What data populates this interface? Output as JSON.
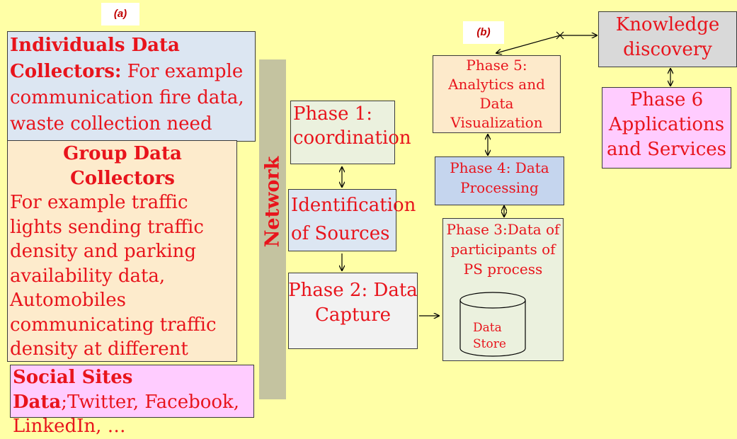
{
  "panel_a": {
    "label": "(a)",
    "individuals_title": "Individuals Data Collectors:",
    "individuals_body": " For example communication fire data, waste collection need data",
    "group_title": "Group Data Collectors",
    "group_body": "For example traffic lights sending traffic density and parking availability data, Automobiles communicating traffic density at different locations",
    "social_title": "Social Sites Data",
    "social_body": ";Twitter, Facebook, LinkedIn, …",
    "network": "Network"
  },
  "panel_b": {
    "label": "(b)",
    "phase1": "Phase 1: coordination",
    "identification": "Identification of Sources",
    "phase2": "Phase 2: Data Capture",
    "phase3": "Phase 3:Data of participants of PS process",
    "data_store": "Data Store",
    "phase4": "Phase 4: Data Processing",
    "phase5": "Phase 5: Analytics and Data Visualization",
    "knowledge": "Knowledge discovery",
    "phase6": "Phase 6 Applications and Services"
  },
  "colors": {
    "background": "#ffffa6",
    "text_red": "#e8141c",
    "blue_box": "#dce6f2",
    "orange_box": "#fdebcc",
    "pink_box": "#ffccff",
    "green_box": "#ebf1de",
    "gray_box": "#d9d9d9",
    "light_gray_box": "#f2f2f2",
    "phase4_box": "#c5d5ee",
    "phase5_box": "#fdeacb",
    "network_bar": "#c4c3a0"
  }
}
